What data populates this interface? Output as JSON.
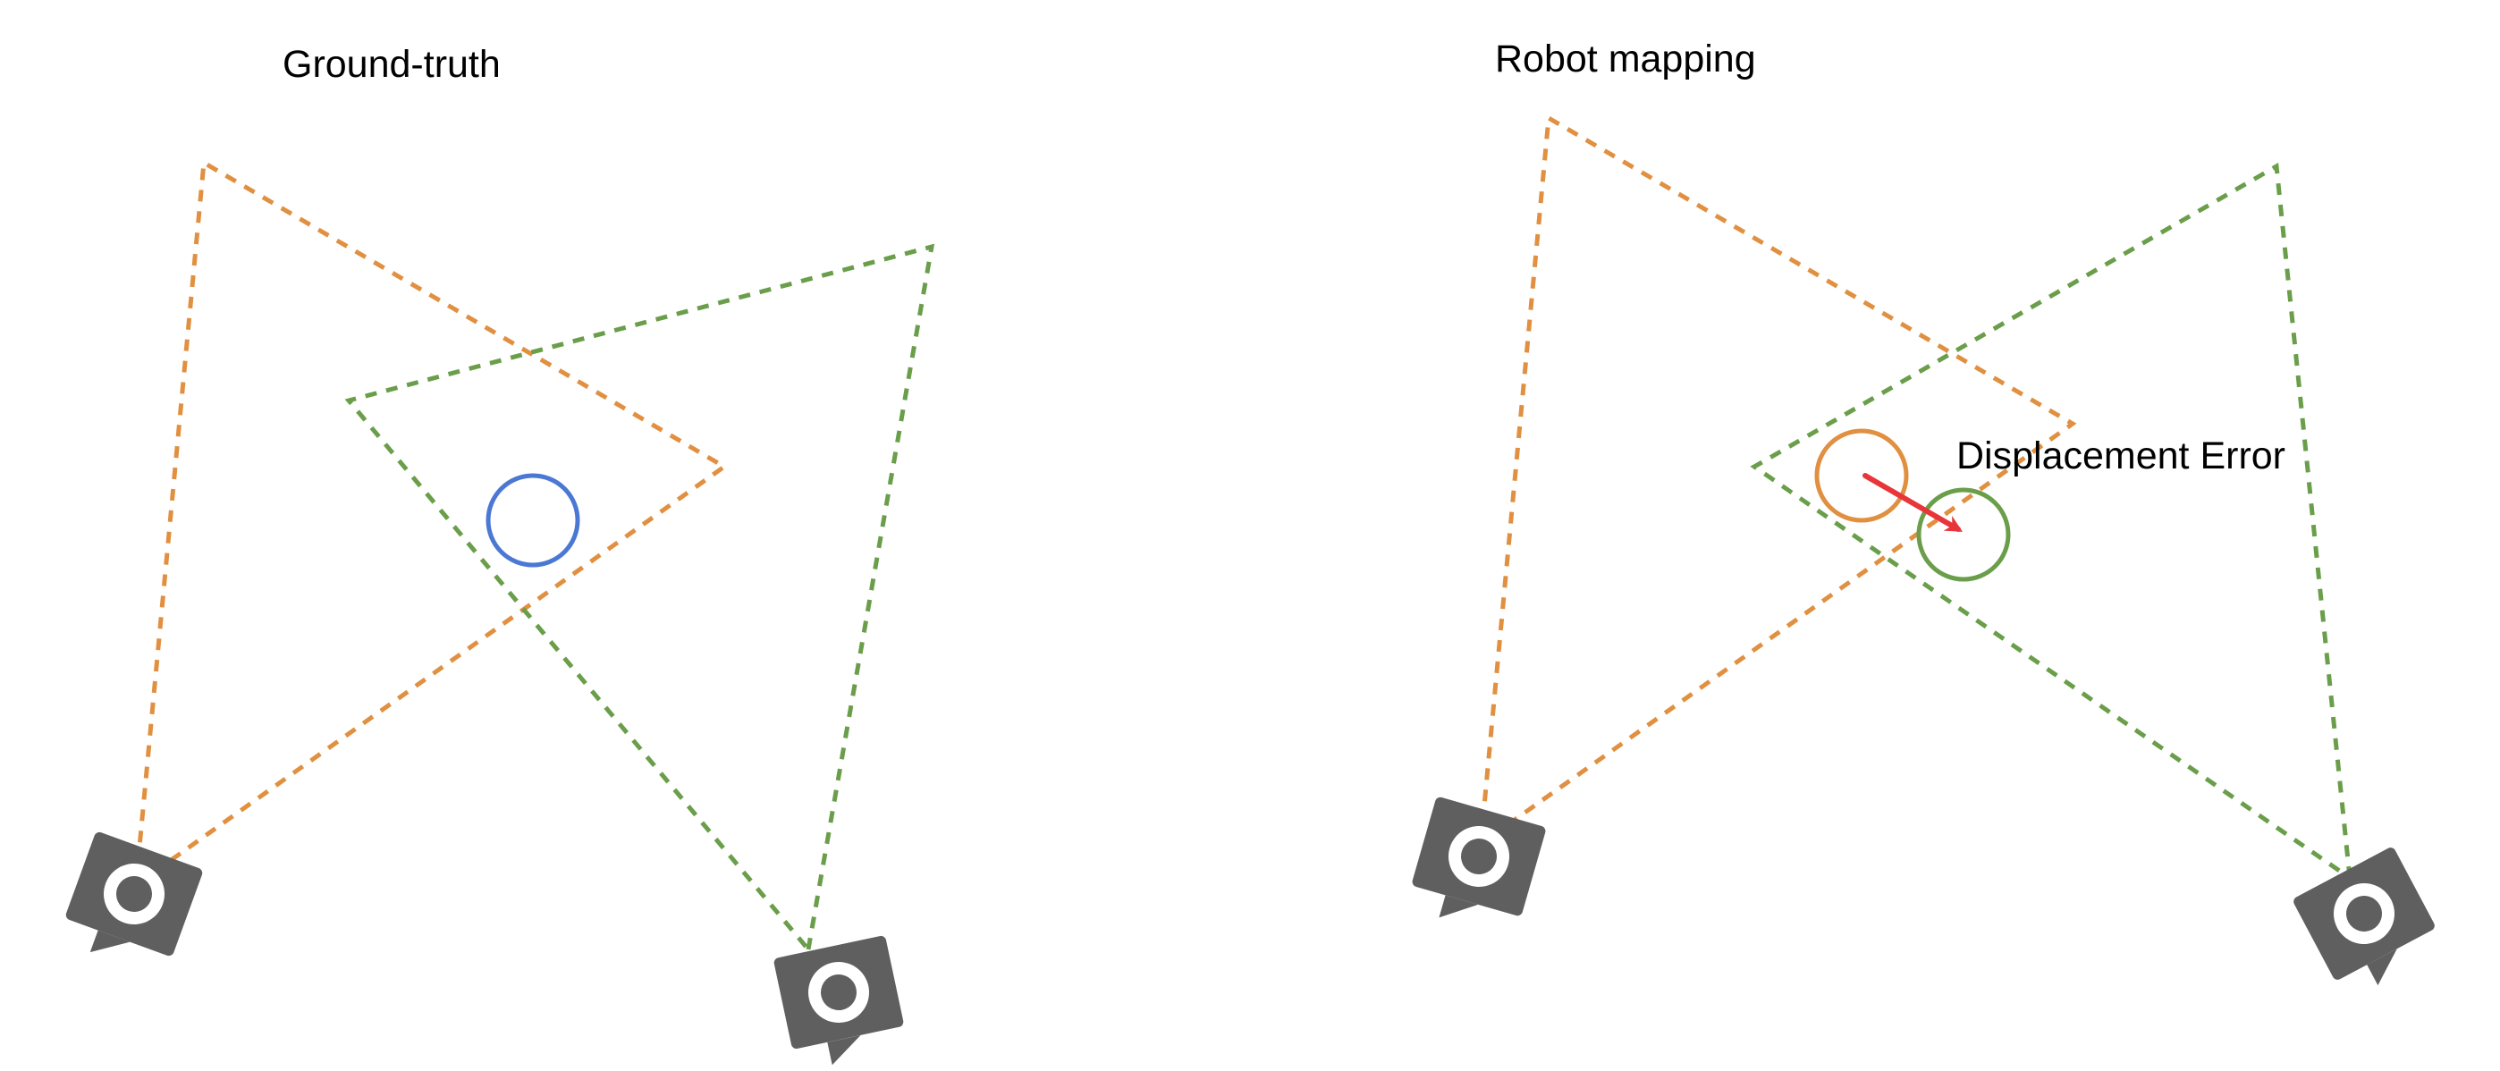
{
  "panels": {
    "left": {
      "title": "Ground-truth"
    },
    "right": {
      "title": "Robot mapping",
      "annotation": "Displacement Error"
    }
  },
  "colors": {
    "orange": "#e09040",
    "green": "#6a9e4a",
    "blue": "#4a78d4",
    "red": "#e8353a",
    "robot": "#5f5f5f"
  },
  "icons": {
    "robot": "robot-camera-icon",
    "arrow": "displacement-arrow-icon"
  }
}
